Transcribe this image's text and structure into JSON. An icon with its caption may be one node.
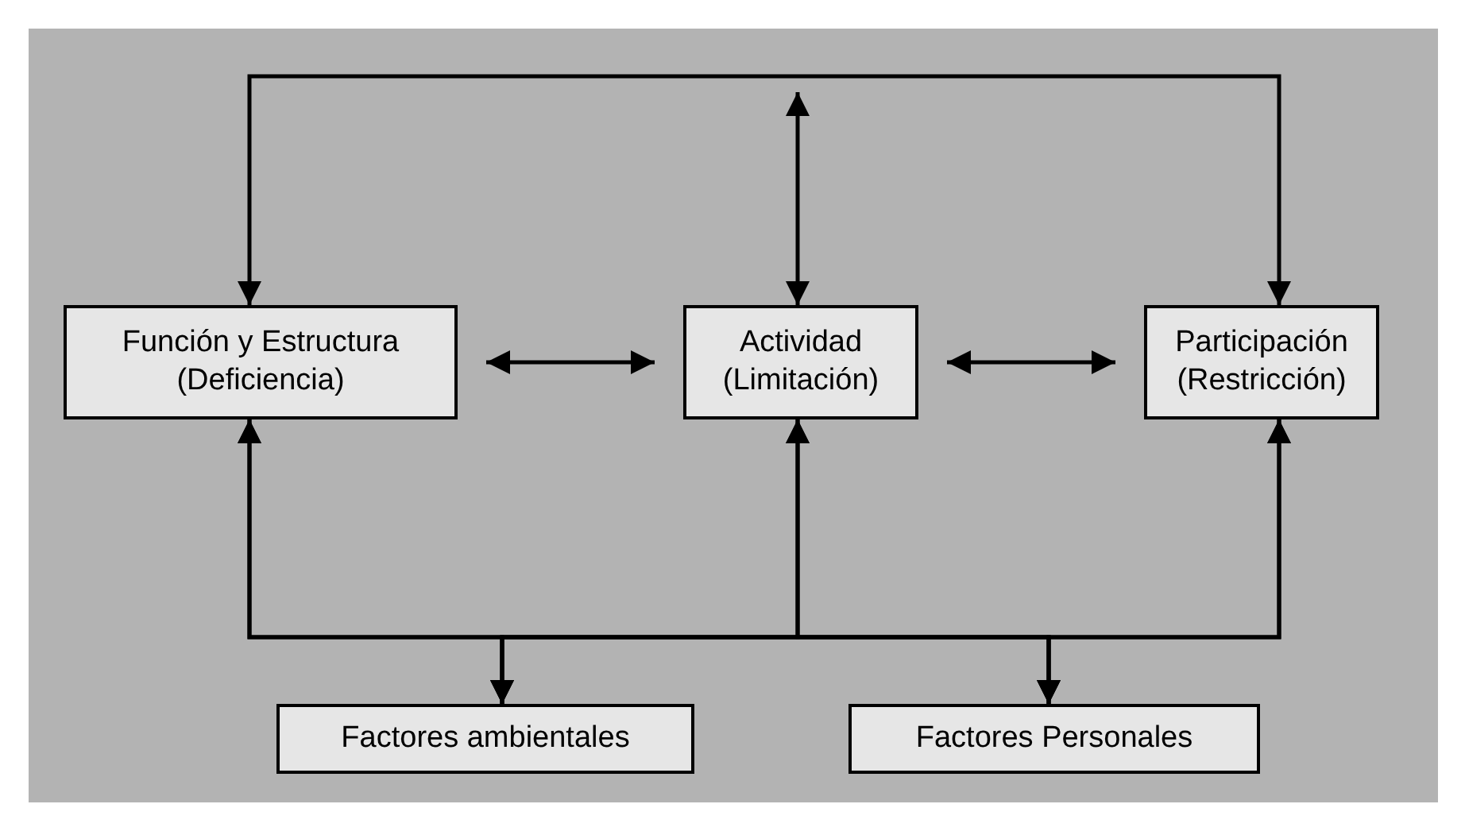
{
  "diagram": {
    "nodes": [
      {
        "text": [
          "Función y Estructura (Deficiencia)"
        ]
      },
      {
        "text": [
          "Actividad (Limitación)"
        ]
      },
      {
        "text": [
          "Participación (Restricción)"
        ]
      },
      {
        "text": [
          "Factores ambientales"
        ]
      },
      {
        "text": [
          "Factores Personales"
        ]
      }
    ],
    "edges": [
      {
        "from": 0,
        "to": 1,
        "arrow": "both"
      },
      {
        "from": 1,
        "to": 2,
        "arrow": "both"
      },
      {
        "from": 0,
        "to": 2,
        "arrow": "both"
      },
      {
        "from": null,
        "to": 1,
        "arrow": "both"
      },
      {
        "from": 3,
        "to": 0,
        "arrow": "both"
      },
      {
        "from": 3,
        "to": 1,
        "arrow": "both"
      },
      {
        "from": 3,
        "to": 2,
        "arrow": "both"
      },
      {
        "from": 4,
        "to": 0,
        "arrow": "both"
      },
      {
        "from": 4,
        "to": 1,
        "arrow": "both"
      },
      {
        "from": 4,
        "to": 2,
        "arrow": "both"
      }
    ]
  }
}
